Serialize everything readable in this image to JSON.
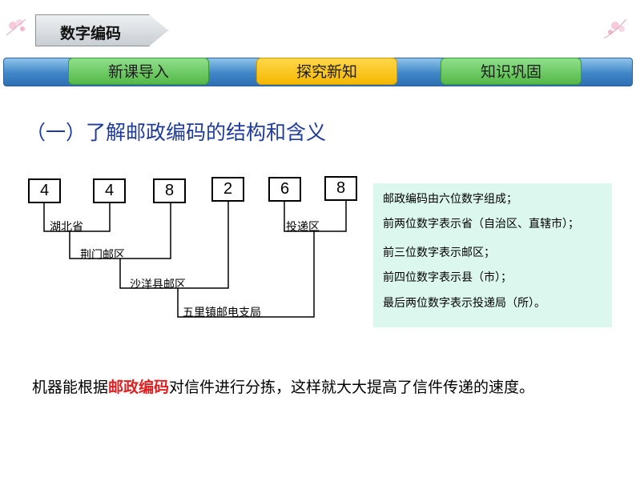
{
  "header": {
    "title": "数字编码"
  },
  "nav": {
    "items": [
      {
        "label": "新课导入",
        "active": false
      },
      {
        "label": "探究新知",
        "active": true
      },
      {
        "label": "知识巩固",
        "active": false
      }
    ]
  },
  "heading": "（一）了解邮政编码的结构和含义",
  "postal_code": {
    "digits": [
      "4",
      "4",
      "8",
      "2",
      "6",
      "8"
    ],
    "labels": [
      "湖北省",
      "荆门邮区",
      "沙洋县邮区",
      "五里镇邮电支局",
      "投递区"
    ]
  },
  "info": {
    "lines": [
      "邮政编码由六位数字组成；",
      "前两位数字表示省（自治区、直辖市）；",
      "前三位数字表示邮区；",
      "前四位数字表示县（市）；",
      "最后两位数字表示投递局（所）。"
    ]
  },
  "sentence": {
    "before": "机器能根据",
    "highlight": "邮政编码",
    "after": "对信件进行分拣，这样就大大提高了信件传递的速度。"
  },
  "colors": {
    "heading": "#1f3b9c",
    "highlight": "#e02020",
    "info_bg": "#dcf7ee",
    "nav_active": "#f5b800",
    "nav_inactive": "#54b847",
    "navbar": "#3f86c8"
  }
}
